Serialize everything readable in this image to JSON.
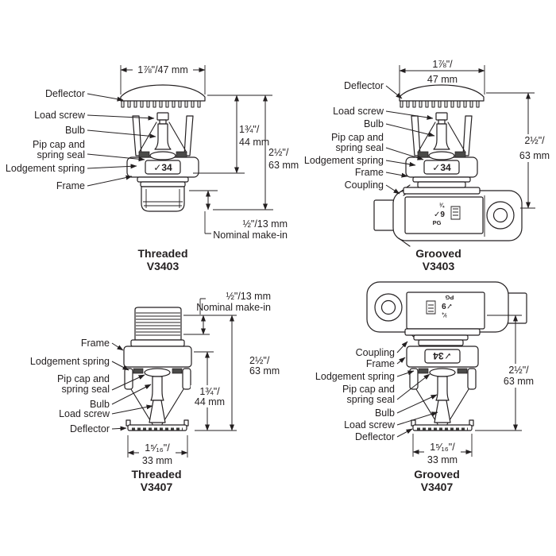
{
  "colors": {
    "ink": "#231f20",
    "paper": "#ffffff"
  },
  "marks": {
    "frame_logo": "✓34",
    "coupling_size": "¾",
    "coupling_logo": "✓9",
    "coupling_pg": "PG"
  },
  "d1": {
    "title": "Threaded",
    "model": "V3403",
    "callouts": {
      "deflector": "Deflector",
      "load_screw": "Load screw",
      "bulb": "Bulb",
      "pip_cap_1": "Pip cap and",
      "pip_cap_2": "spring seal",
      "lodgement_spring": "Lodgement spring",
      "frame": "Frame"
    },
    "dims": {
      "width": "1⅞\"/47 mm",
      "height_a": "1¾\"/",
      "height_b": "44 mm",
      "overall_a": "2½\"/",
      "overall_b": "63 mm",
      "makein_a": "½\"/13 mm",
      "makein_b": "Nominal make-in"
    }
  },
  "d2": {
    "title": "Grooved",
    "model": "V3403",
    "callouts": {
      "deflector": "Deflector",
      "load_screw": "Load screw",
      "bulb": "Bulb",
      "pip_cap_1": "Pip cap and",
      "pip_cap_2": "spring seal",
      "lodgement_spring": "Lodgement spring",
      "frame": "Frame",
      "coupling": "Coupling"
    },
    "dims": {
      "width_a": "1⅞\"/",
      "width_b": "47 mm",
      "overall_a": "2½\"/",
      "overall_b": "63 mm"
    }
  },
  "d3": {
    "title": "Threaded",
    "model": "V3407",
    "callouts": {
      "frame": "Frame",
      "lodgement_spring": "Lodgement spring",
      "pip_cap_1": "Pip cap and",
      "pip_cap_2": "spring seal",
      "bulb": "Bulb",
      "load_screw": "Load screw",
      "deflector": "Deflector"
    },
    "dims": {
      "makein_a": "½\"/13 mm",
      "makein_b": "Nominal make-in",
      "overall_a": "2½\"/",
      "overall_b": "63 mm",
      "height_a": "1¾\"/",
      "height_b": "44 mm",
      "width_a": "1⁵⁄₁₆\"/",
      "width_b": "33 mm"
    }
  },
  "d4": {
    "title": "Grooved",
    "model": "V3407",
    "callouts": {
      "coupling": "Coupling",
      "frame": "Frame",
      "lodgement_spring": "Lodgement spring",
      "pip_cap_1": "Pip cap and",
      "pip_cap_2": "spring seal",
      "bulb": "Bulb",
      "load_screw": "Load screw",
      "deflector": "Deflector"
    },
    "dims": {
      "overall_a": "2½\"/",
      "overall_b": "63 mm",
      "width_a": "1⁵⁄₁₆\"/",
      "width_b": "33 mm"
    }
  }
}
